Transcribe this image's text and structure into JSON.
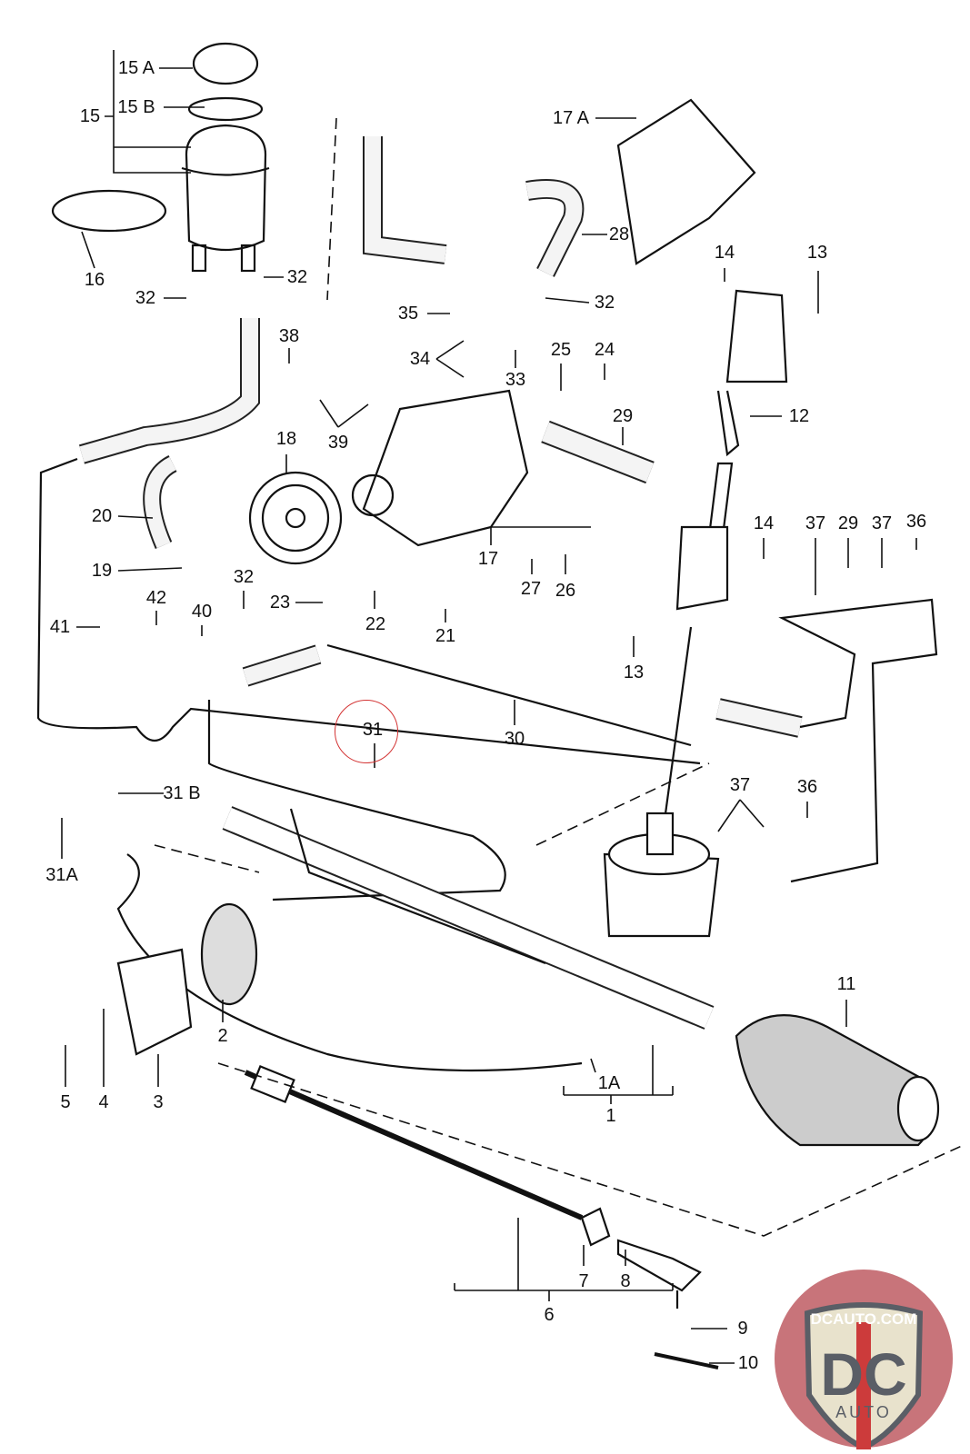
{
  "diagram": {
    "part_labels": [
      "15 A",
      "15 B",
      "15",
      "16",
      "32",
      "32",
      "17 A",
      "28",
      "14",
      "13",
      "35",
      "32",
      "34",
      "33",
      "25",
      "24",
      "38",
      "39",
      "18",
      "29",
      "12",
      "20",
      "19",
      "14",
      "37",
      "29",
      "37",
      "36",
      "17",
      "27",
      "26",
      "32",
      "23",
      "22",
      "21",
      "42",
      "40",
      "41",
      "13",
      "31",
      "30",
      "31 B",
      "31A",
      "37",
      "36",
      "11",
      "2",
      "5",
      "4",
      "3",
      "1A",
      "1",
      "7",
      "8",
      "6",
      "9",
      "10"
    ],
    "highlighted_label": "31",
    "highlight_color": "#d33333"
  },
  "logo": {
    "text_top": "DCAUTO.COM",
    "text_main": "DC",
    "text_bottom": "AUTO",
    "colors": {
      "badge": "#c8747a",
      "shield": "#e8e2cc",
      "letters": "#5a5e66",
      "stripe": "#cc3b3b"
    }
  }
}
